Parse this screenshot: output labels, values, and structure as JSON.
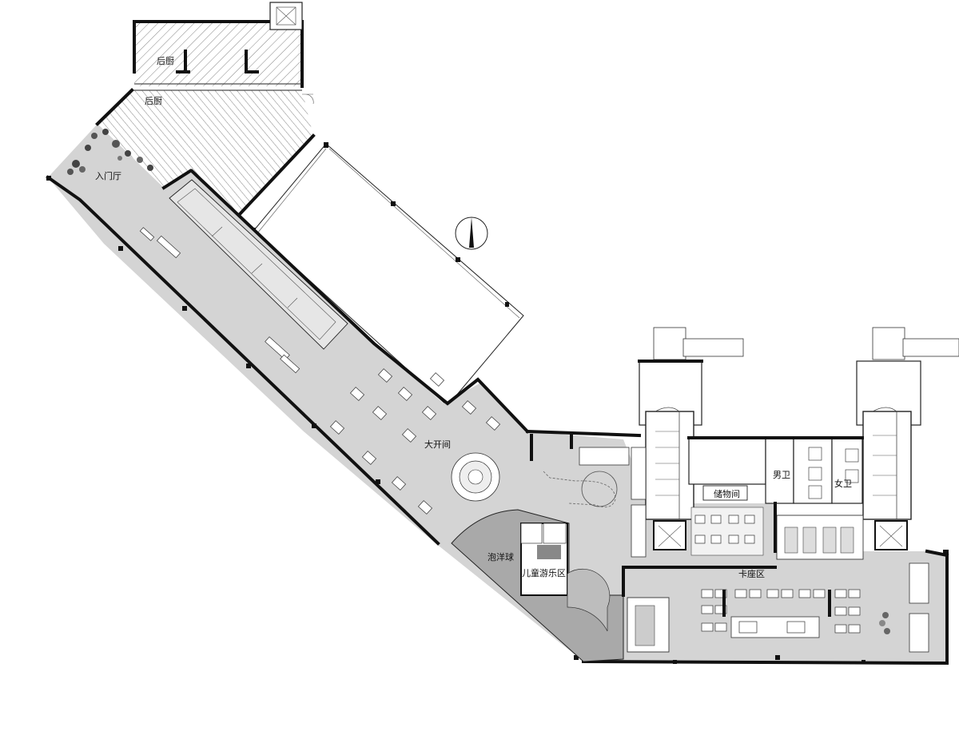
{
  "rooms": {
    "back_kitchen_1": "后厨",
    "back_kitchen_2": "后厨",
    "entrance_hall": "入门厅",
    "main_hall": "大开间",
    "ball_pool": "泡洋球",
    "kids_play": "儿童游乐区",
    "storage": "储物间",
    "mens_wc": "男卫",
    "womens_wc": "女卫",
    "booth_area": "卡座区"
  },
  "colors": {
    "floor": "#d4d4d4",
    "play_area": "#a9a9a9",
    "wall": "#111111",
    "kitchen_hatch": "#777777"
  },
  "icons": {
    "north_arrow": "north-arrow-icon",
    "plant": "plant-cluster-icon"
  }
}
